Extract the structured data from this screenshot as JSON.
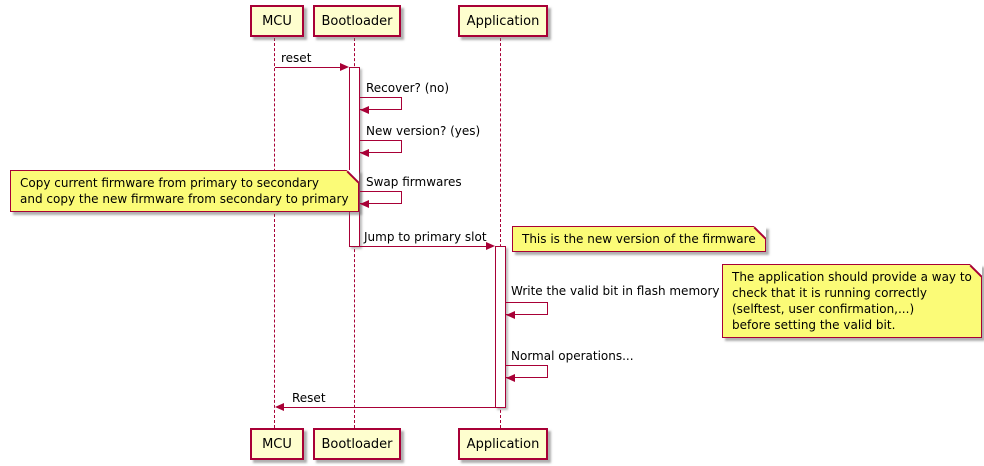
{
  "diagram": {
    "type": "plantuml-sequence",
    "colors": {
      "participant_bg": "#FEFECE",
      "note_bg": "#FBFB77",
      "border": "#A80036",
      "arrow": "#A80036",
      "background": "#FFFFFF"
    },
    "participants": [
      {
        "label": "MCU"
      },
      {
        "label": "Bootloader"
      },
      {
        "label": "Application"
      }
    ],
    "messages": [
      {
        "from": "MCU",
        "to": "Bootloader",
        "kind": "call",
        "label": "reset"
      },
      {
        "from": "Bootloader",
        "to": "Bootloader",
        "kind": "self",
        "label": "Recover? (no)"
      },
      {
        "from": "Bootloader",
        "to": "Bootloader",
        "kind": "self",
        "label": "New version? (yes)"
      },
      {
        "from": "Bootloader",
        "to": "Bootloader",
        "kind": "self",
        "label": "Swap firmwares"
      },
      {
        "from": "Bootloader",
        "to": "Application",
        "kind": "call",
        "label": "Jump to primary slot"
      },
      {
        "from": "Application",
        "to": "Application",
        "kind": "self",
        "label": "Write the valid bit in flash memory"
      },
      {
        "from": "Application",
        "to": "Application",
        "kind": "self",
        "label": "Normal operations..."
      },
      {
        "from": "Application",
        "to": "MCU",
        "kind": "return",
        "label": "Reset"
      }
    ],
    "notes": [
      {
        "position": "left of Bootloader",
        "text": "Copy current firmware from primary to secondary\nand copy the new firmware from secondary to primary"
      },
      {
        "position": "right of Application",
        "text": "This is the new version of the firmware"
      },
      {
        "position": "right of Application",
        "text": "The application should provide a way to\ncheck that it is running correctly\n(selftest, user confirmation,...)\nbefore setting the valid bit."
      }
    ]
  }
}
